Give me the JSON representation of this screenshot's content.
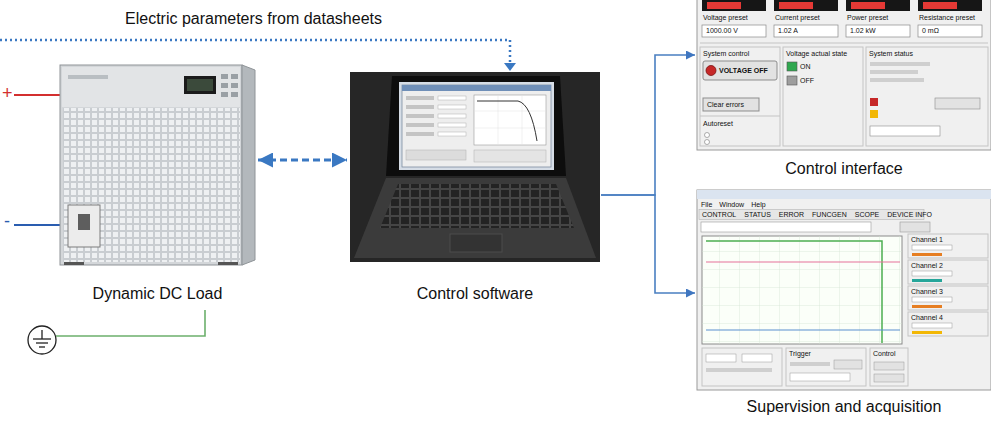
{
  "diagram": {
    "nodes": [
      {
        "text": [
          "Dynamic DC Load"
        ]
      },
      {
        "text": [
          "Control software"
        ]
      },
      {
        "text": [
          "Control interface"
        ]
      },
      {
        "text": [
          "Supervision and acquisition"
        ]
      }
    ],
    "edges": [
      {
        "from": 0,
        "to": 1,
        "arrow": "both"
      },
      {
        "from": 1,
        "to": 2,
        "arrow": "to"
      },
      {
        "from": 1,
        "to": 3,
        "arrow": "to"
      }
    ],
    "labels": [
      "Electric parameters from datasheets",
      "+",
      "-",
      "Voltage preset",
      "1000.00 V",
      "Current preset",
      "1.02 A",
      "Power preset",
      "1.02 kW",
      "Resistance preset",
      "0 mΩ",
      "System control",
      "VOLTAGE OFF",
      "Voltage actual state",
      "ON",
      "OFF",
      "System status",
      "Clear errors",
      "Autoreset",
      "File",
      "Window",
      "Help",
      "CONTROL",
      "STATUS",
      "ERROR",
      "FUNCGEN",
      "SCOPE",
      "DEVICE INFO",
      "Channel 1",
      "Channel 2",
      "Channel 3",
      "Channel 4",
      "Trigger",
      "Control"
    ]
  }
}
